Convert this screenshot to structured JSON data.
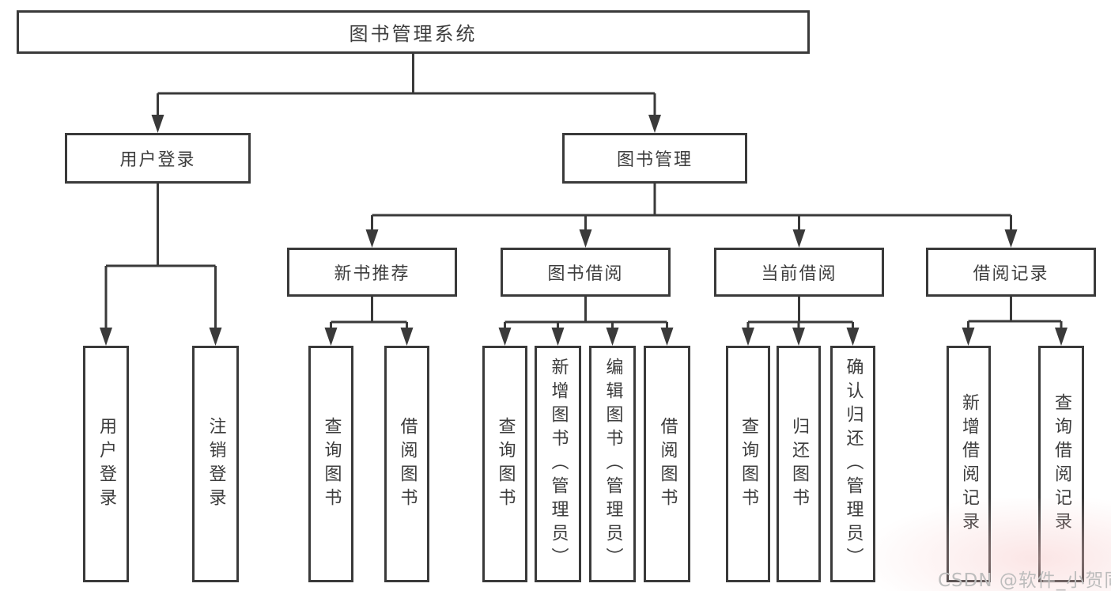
{
  "diagram_title": "图书管理系统",
  "colors": {
    "line": "#3a3a3a",
    "box_border": "#3a3a3a",
    "text": "#3d3d3d",
    "background": "#ffffff",
    "watermark": "#bdbdbd"
  },
  "tree": {
    "label": "图书管理系统",
    "children": [
      {
        "label": "用户登录",
        "children": [
          {
            "label": "用户登录"
          },
          {
            "label": "注销登录"
          }
        ]
      },
      {
        "label": "图书管理",
        "children": [
          {
            "label": "新书推荐",
            "children": [
              {
                "label": "查询图书"
              },
              {
                "label": "借阅图书"
              }
            ]
          },
          {
            "label": "图书借阅",
            "children": [
              {
                "label": "查询图书"
              },
              {
                "label": "新增图书（管理员）"
              },
              {
                "label": "编辑图书（管理员）"
              },
              {
                "label": "借阅图书"
              }
            ]
          },
          {
            "label": "当前借阅",
            "children": [
              {
                "label": "查询图书"
              },
              {
                "label": "归还图书"
              },
              {
                "label": "确认归还（管理员）"
              }
            ]
          },
          {
            "label": "借阅记录",
            "children": [
              {
                "label": "新增借阅记录"
              },
              {
                "label": "查询借阅记录"
              }
            ]
          }
        ]
      }
    ]
  },
  "watermark": {
    "text": "CSDN @软件_小贺同学"
  }
}
